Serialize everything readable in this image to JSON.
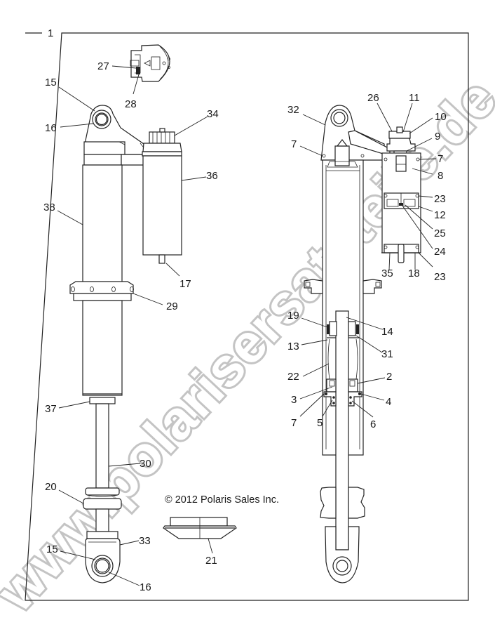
{
  "diagram": {
    "title": "Shock absorber assembly exploded parts diagram",
    "frame_label": "1",
    "copyright": "© 2012 Polaris Sales Inc.",
    "watermark": "www.polarisersatzteile.de",
    "colors": {
      "line": "#222222",
      "background": "#ffffff",
      "watermark_outline": "#c4c4c4"
    },
    "callouts": {
      "left_assembly": [
        {
          "id": "27",
          "label": "27"
        },
        {
          "id": "28",
          "label": "28"
        },
        {
          "id": "15a",
          "label": "15"
        },
        {
          "id": "16a",
          "label": "16"
        },
        {
          "id": "34",
          "label": "34"
        },
        {
          "id": "36",
          "label": "36"
        },
        {
          "id": "38",
          "label": "38"
        },
        {
          "id": "17",
          "label": "17"
        },
        {
          "id": "29",
          "label": "29"
        },
        {
          "id": "37",
          "label": "37"
        },
        {
          "id": "30",
          "label": "30"
        },
        {
          "id": "20",
          "label": "20"
        },
        {
          "id": "33",
          "label": "33"
        },
        {
          "id": "15b",
          "label": "15"
        },
        {
          "id": "16b",
          "label": "16"
        },
        {
          "id": "21",
          "label": "21"
        }
      ],
      "right_assembly": [
        {
          "id": "32",
          "label": "32"
        },
        {
          "id": "26",
          "label": "26"
        },
        {
          "id": "11",
          "label": "11"
        },
        {
          "id": "10",
          "label": "10"
        },
        {
          "id": "9",
          "label": "9"
        },
        {
          "id": "7a",
          "label": "7"
        },
        {
          "id": "7b",
          "label": "7"
        },
        {
          "id": "8",
          "label": "8"
        },
        {
          "id": "23a",
          "label": "23"
        },
        {
          "id": "12",
          "label": "12"
        },
        {
          "id": "25",
          "label": "25"
        },
        {
          "id": "24",
          "label": "24"
        },
        {
          "id": "23b",
          "label": "23"
        },
        {
          "id": "35",
          "label": "35"
        },
        {
          "id": "18",
          "label": "18"
        },
        {
          "id": "19",
          "label": "19"
        },
        {
          "id": "14",
          "label": "14"
        },
        {
          "id": "13",
          "label": "13"
        },
        {
          "id": "31",
          "label": "31"
        },
        {
          "id": "22",
          "label": "22"
        },
        {
          "id": "2",
          "label": "2"
        },
        {
          "id": "3",
          "label": "3"
        },
        {
          "id": "4",
          "label": "4"
        },
        {
          "id": "7c",
          "label": "7"
        },
        {
          "id": "5",
          "label": "5"
        },
        {
          "id": "6",
          "label": "6"
        }
      ]
    }
  }
}
